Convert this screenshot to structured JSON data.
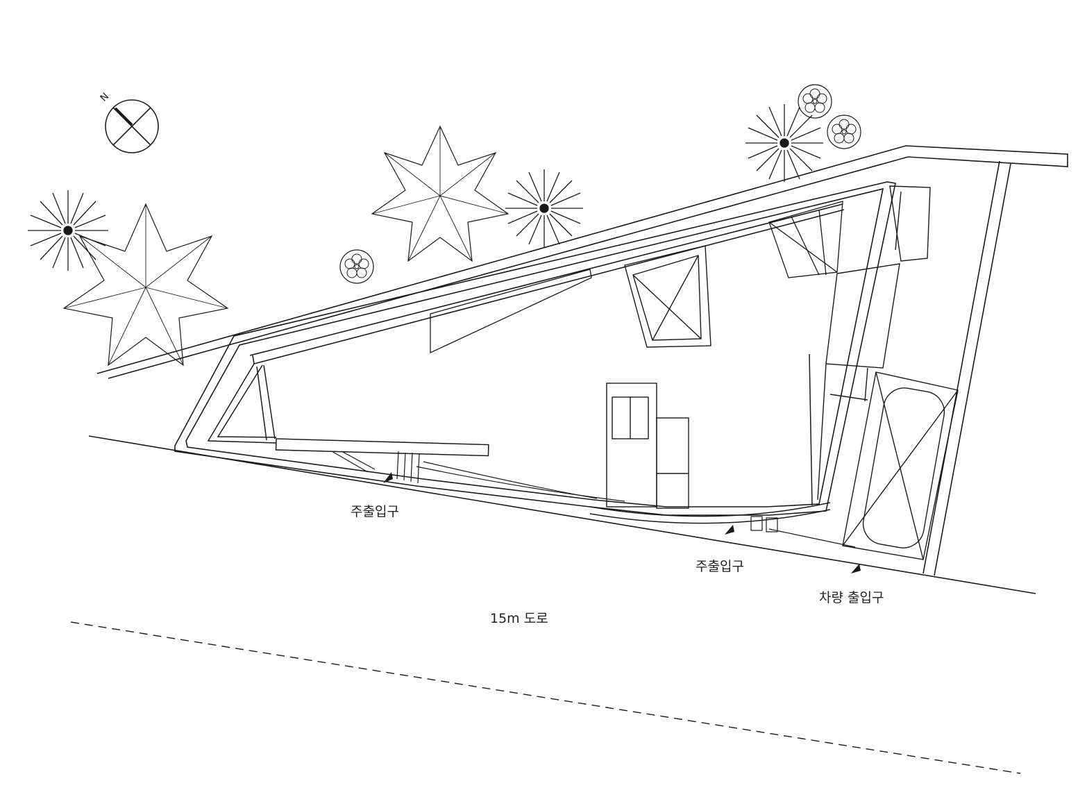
{
  "labels": {
    "entrance_1": "주출입구",
    "entrance_2": "주출입구",
    "vehicle_entrance": "차량 출입구",
    "road": "15m 도로"
  },
  "compass": {
    "letter": "N"
  },
  "colors": {
    "line": "#1a1a1a",
    "paper": "#ffffff",
    "text": "#222222"
  }
}
